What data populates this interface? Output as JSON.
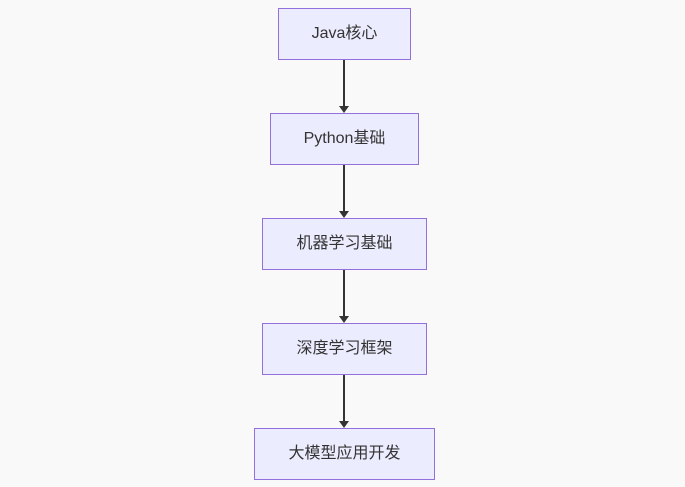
{
  "diagram": {
    "type": "flowchart",
    "direction": "top-down",
    "colors": {
      "canvas_background": "#f9f9f9",
      "node_fill": "#ECECFF",
      "node_border": "#9370DB",
      "node_text": "#333333",
      "edge": "#333333"
    },
    "nodes": [
      {
        "id": "java-core",
        "label": "Java核心"
      },
      {
        "id": "python-basics",
        "label": "Python基础"
      },
      {
        "id": "ml-basics",
        "label": "机器学习基础"
      },
      {
        "id": "dl-frameworks",
        "label": "深度学习框架"
      },
      {
        "id": "llm-app-dev",
        "label": "大模型应用开发"
      }
    ],
    "edges": [
      {
        "from": "Java核心",
        "to": "Python基础"
      },
      {
        "from": "Python基础",
        "to": "机器学习基础"
      },
      {
        "from": "机器学习基础",
        "to": "深度学习框架"
      },
      {
        "from": "深度学习框架",
        "to": "大模型应用开发"
      }
    ]
  }
}
